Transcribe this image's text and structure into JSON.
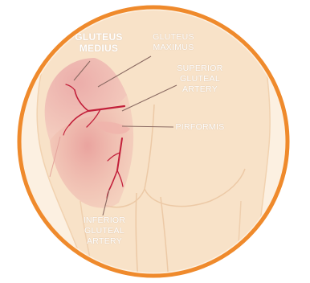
{
  "labels": {
    "gluteus_medius": "GLUTEUS\nMEDIUS",
    "gluteus_maximus": "GLUTEUS\nMAXIMUS",
    "superior_gluteal_artery": "SUPERIOR\nGLUTEAL\nARTERY",
    "piriformis": "PIRFORMIS",
    "inferior_gluteal_artery": "INFERIOR\nGLUTEAL\nARTERY"
  },
  "colors": {
    "frame_ring": "#ef8a2c",
    "background": "#fdf0e0",
    "skin": "#f7dfc4",
    "muscle": "#e9a9a6",
    "artery": "#c21f3a",
    "label_text": "#ffffff",
    "leader_line": "#8a6a62"
  }
}
